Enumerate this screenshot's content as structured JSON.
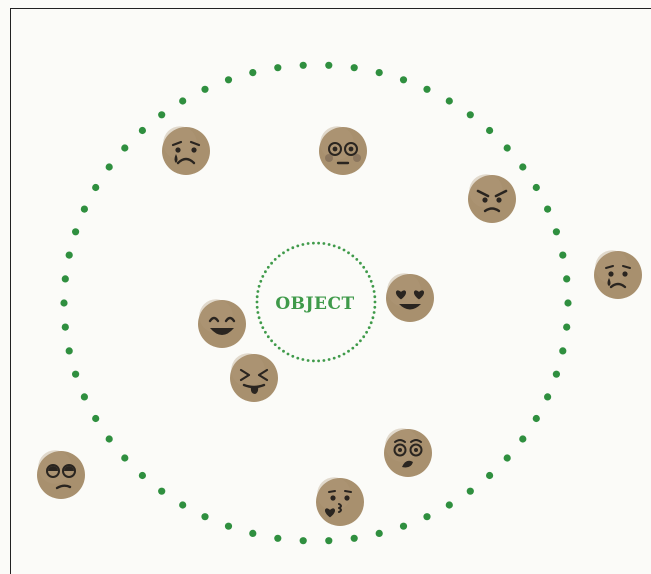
{
  "diagram": {
    "center_label": "OBJECT",
    "colors": {
      "dot_green": "#2f8f3f",
      "label_green": "#3f9a4a",
      "face_fill": "#a8906e",
      "face_feature": "#2a2520",
      "background": "#fbfbf8"
    },
    "emojis": [
      {
        "name": "crying-face-icon",
        "expression": "crying"
      },
      {
        "name": "flushed-face-icon",
        "expression": "flushed"
      },
      {
        "name": "angry-face-icon",
        "expression": "angry"
      },
      {
        "name": "sad-tear-face-icon",
        "expression": "sad-tear"
      },
      {
        "name": "heart-eyes-face-icon",
        "expression": "heart-eyes"
      },
      {
        "name": "grinning-face-icon",
        "expression": "grinning"
      },
      {
        "name": "squinting-tongue-face-icon",
        "expression": "squinting-tongue"
      },
      {
        "name": "worried-face-icon",
        "expression": "worried"
      },
      {
        "name": "kissing-heart-face-icon",
        "expression": "kissing-heart"
      },
      {
        "name": "rolling-eyes-face-icon",
        "expression": "rolling-eyes"
      }
    ]
  }
}
